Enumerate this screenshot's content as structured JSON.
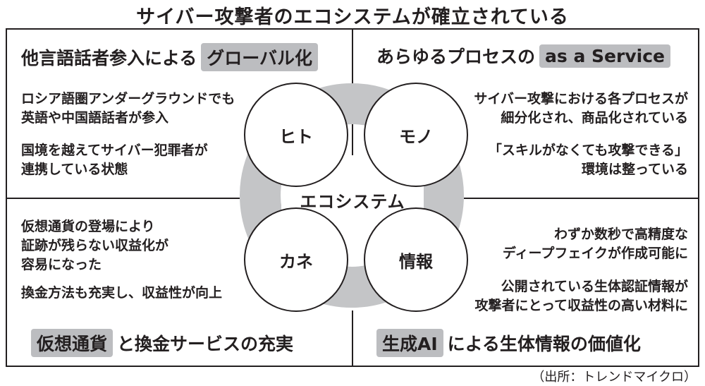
{
  "title": "サイバー攻撃者のエコシステムが確立されている",
  "quadrants": {
    "top_left": {
      "heading_text": "他言語話者参入による",
      "heading_tag": "グローバル化",
      "notes": [
        [
          "ロシア語圏アンダーグラウンドでも",
          "英語や中国語話者が参入"
        ],
        [
          "国境を越えてサイバー犯罪者が",
          "連携している状態"
        ]
      ]
    },
    "top_right": {
      "heading_text": "あらゆるプロセスの",
      "heading_tag": "as a Service",
      "notes": [
        [
          "サイバー攻撃における各プロセスが",
          "細分化され、商品化されている"
        ],
        [
          "「スキルがなくても攻撃できる」",
          "環境は整っている"
        ]
      ]
    },
    "bottom_left": {
      "heading_tag": "仮想通貨",
      "heading_text": "と換金サービスの充実",
      "notes": [
        [
          "仮想通貨の登場により",
          "証跡が残らない収益化が",
          "容易になった"
        ],
        [
          "換金方法も充実し、収益性が向上"
        ]
      ]
    },
    "bottom_right": {
      "heading_tag": "生成AI",
      "heading_text": "による生体情報の価値化",
      "notes": [
        [
          "わずか数秒で高精度な",
          "ディープフェイクが作成可能に"
        ],
        [
          "公開されている生体認証情報が",
          "攻撃者にとって収益性の高い材料に"
        ]
      ]
    }
  },
  "ecosystem": {
    "center": "エコシステム",
    "nodes": {
      "people": "ヒト",
      "things": "モノ",
      "money": "カネ",
      "information": "情報"
    },
    "ring_color": "#c4c5c7"
  },
  "source": "（出所：トレンドマイクロ）"
}
